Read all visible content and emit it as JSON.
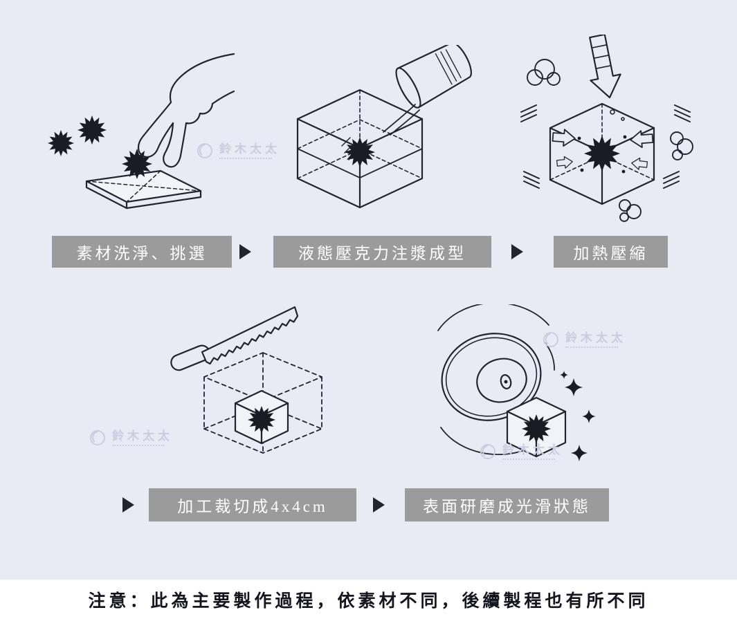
{
  "page": {
    "background": "#e9ebf4",
    "ink": "#23232e"
  },
  "label_box": {
    "background": "#9b9b9b",
    "text_color": "#ffffff"
  },
  "steps": [
    {
      "id": "wash-select",
      "label": "素材洗淨、挑選",
      "illustration": "hand-picking-spiky-materials"
    },
    {
      "id": "acrylic-casting",
      "label": "液態壓克力注漿成型",
      "illustration": "pouring-liquid-acrylic-into-cube-mold"
    },
    {
      "id": "heat-compress",
      "label": "加熱壓縮",
      "illustration": "cube-heated-and-compressed"
    },
    {
      "id": "cutting",
      "label": "加工裁切成4x4cm",
      "illustration": "saw-cutting-cube-to-size"
    },
    {
      "id": "polishing",
      "label": "表面研磨成光滑狀態",
      "illustration": "wheel-polishing-cube-surface"
    }
  ],
  "watermark": {
    "text": "鈴木太太",
    "color": "#c9cde0"
  },
  "notice": {
    "text": "注意：此為主要製作過程，依素材不同，後續製程也有所不同",
    "background": "#ffffff",
    "text_color": "#15151f"
  }
}
